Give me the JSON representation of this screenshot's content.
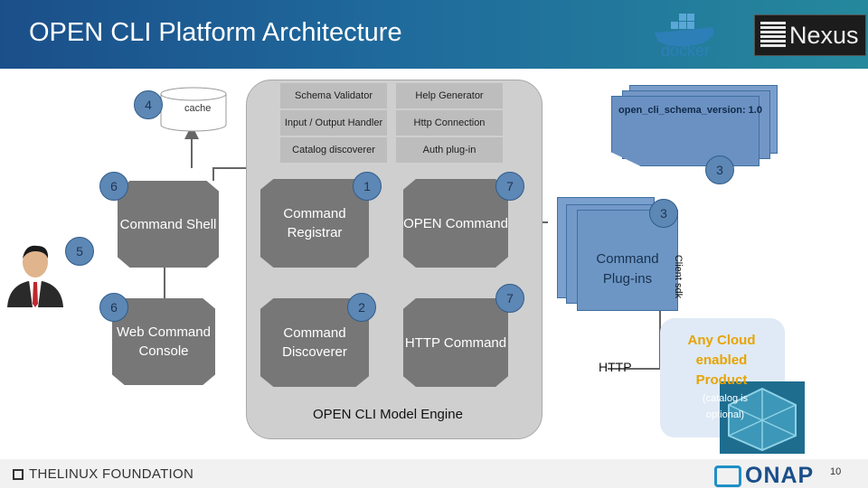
{
  "header": {
    "title": "OPEN CLI Platform Architecture",
    "docker_logo": "docker",
    "nexus_logo": "Nexus"
  },
  "cache": {
    "label": "cache",
    "badge": "4"
  },
  "engine": {
    "label": "OPEN CLI  Model Engine",
    "grid": [
      "Schema Validator",
      "Help Generator",
      "Input / Output Handler",
      "Http Connection",
      "Catalog discoverer",
      "Auth plug-in"
    ],
    "registrar": "Command Registrar",
    "open_command": "OPEN Command",
    "discoverer": "Command Discoverer",
    "http_command": "HTTP Command"
  },
  "clients": {
    "shell": "Command Shell",
    "web_console": "Web Command Console"
  },
  "schema": {
    "label": "open_cli_schema_version: 1.0"
  },
  "plugins": {
    "label": "Command Plug-ins",
    "client_sdk": "Client sdk"
  },
  "http_label": "HTTP",
  "product": {
    "title": "Any Cloud enabled Product",
    "note": "(catalog is optional)"
  },
  "badges": {
    "b1": "1",
    "b2": "2",
    "b3a": "3",
    "b3b": "3",
    "b5": "5",
    "b6a": "6",
    "b6b": "6",
    "b7a": "7",
    "b7b": "7"
  },
  "footer": {
    "linux_foundation": "THELINUX FOUNDATION",
    "onap": "ONAP",
    "page": "10"
  },
  "colors": {
    "header": "#1b4f8a",
    "engine": "#cfcfcf",
    "box": "#777777",
    "badge": "#5d87b5",
    "product_text": "#e8a300"
  }
}
